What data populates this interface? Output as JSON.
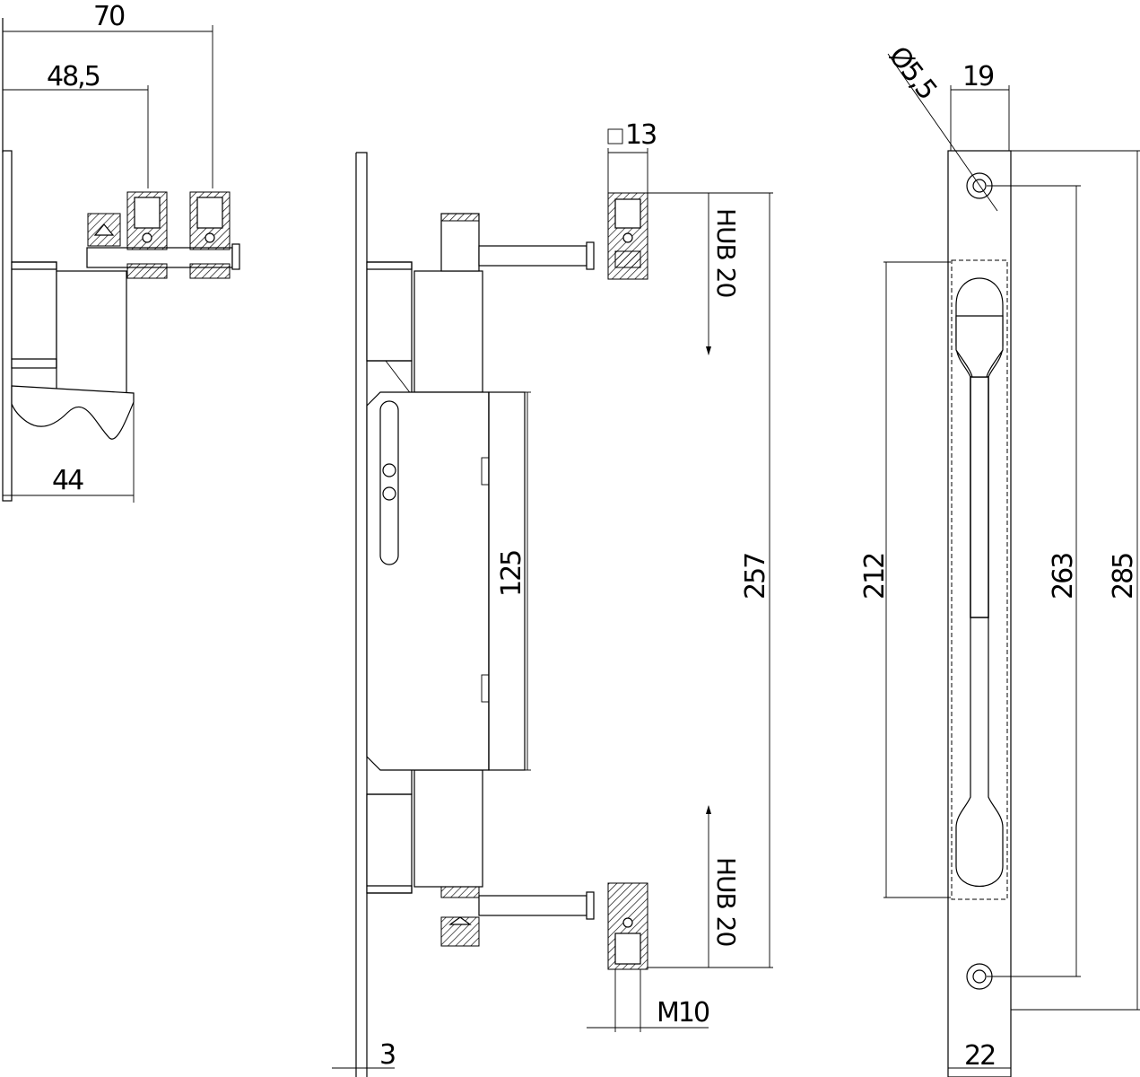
{
  "dimensions": {
    "d70": "70",
    "d48_5": "48,5",
    "d44": "44",
    "d13": "13",
    "hub_top": "HUB 20",
    "hub_bottom": "HUB 20",
    "d125": "125",
    "d257": "257",
    "m10": "M10",
    "d3": "3",
    "d5_5": "Ø5,5",
    "d19": "19",
    "d212": "212",
    "d263": "263",
    "d285": "285",
    "d22": "22"
  },
  "colors": {
    "line": "#000000",
    "background": "#ffffff"
  }
}
